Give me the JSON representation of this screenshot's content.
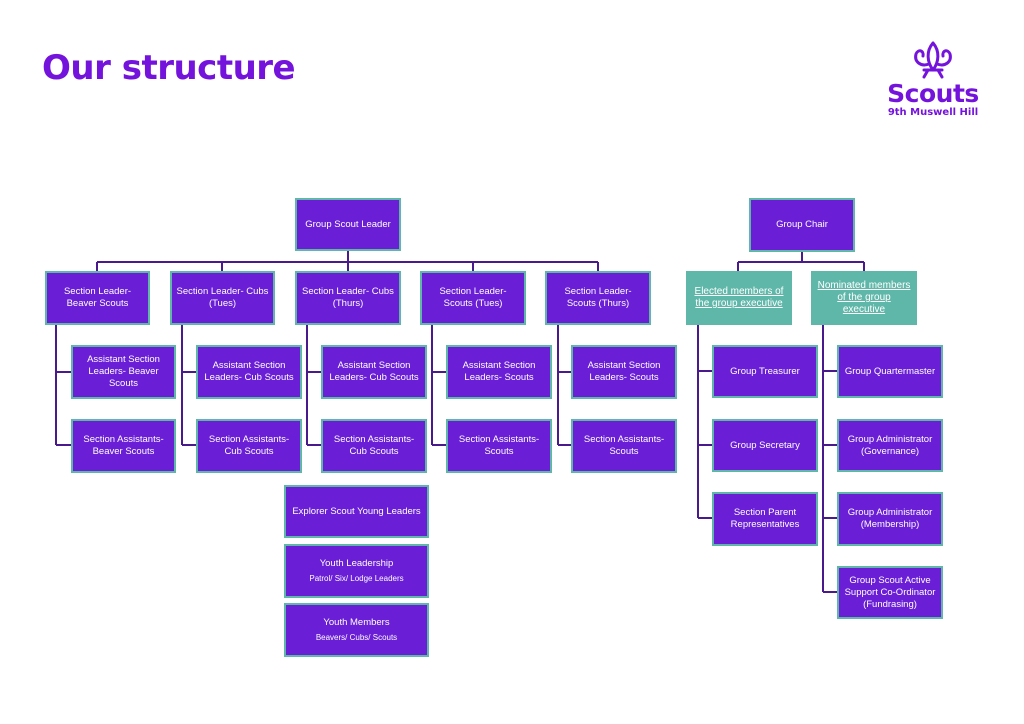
{
  "page": {
    "title": "Our structure"
  },
  "logo": {
    "name": "Scouts",
    "group": "9th Muswell Hill",
    "icon": "fleur-de-lis-icon"
  },
  "colors": {
    "purple": "#6a1fd6",
    "title_purple": "#7413dc",
    "teal": "#5fb7a9",
    "line": "#4a1a8c"
  },
  "boxes": {
    "group_scout_leader": "Group Scout Leader",
    "group_chair": "Group Chair",
    "section_leader_beavers": "Section Leader- Beaver Scouts",
    "section_leader_cubs_tues": "Section Leader- Cubs (Tues)",
    "section_leader_cubs_thurs": "Section Leader- Cubs (Thurs)",
    "section_leader_scouts_tues": "Section Leader- Scouts (Tues)",
    "section_leader_scouts_thurs": "Section Leader- Scouts (Thurs)",
    "assistant_beavers": "Assistant Section Leaders- Beaver Scouts",
    "assistant_cubs_tues": "Assistant Section Leaders- Cub Scouts",
    "assistant_cubs_thurs": "Assistant Section Leaders- Cub Scouts",
    "assistant_scouts_tues": "Assistant Section Leaders- Scouts",
    "assistant_scouts_thurs": "Assistant Section Leaders- Scouts",
    "sa_beavers": "Section Assistants- Beaver Scouts",
    "sa_cubs_tues": "Section Assistants- Cub Scouts",
    "sa_cubs_thurs": "Section Assistants- Cub Scouts",
    "sa_scouts_tues": "Section Assistants- Scouts",
    "sa_scouts_thurs": "Section Assistants- Scouts",
    "explorer_young_leaders": "Explorer Scout Young Leaders",
    "youth_leadership": "Youth Leadership",
    "youth_leadership_sub": "Patrol/ Six/ Lodge Leaders",
    "youth_members": "Youth Members",
    "youth_members_sub": "Beavers/ Cubs/ Scouts",
    "elected_members": "Elected members of the group executive",
    "nominated_members": "Nominated members of the group executive",
    "group_treasurer": "Group Treasurer",
    "group_secretary": "Group Secretary",
    "section_parent_reps": "Section Parent Representatives",
    "group_quartermaster": "Group Quartermaster",
    "admin_governance": "Group Administrator (Governance)",
    "admin_membership": "Group Administrator (Membership)",
    "active_support": "Group Scout Active Support Co-Ordinator (Fundrasing)"
  }
}
